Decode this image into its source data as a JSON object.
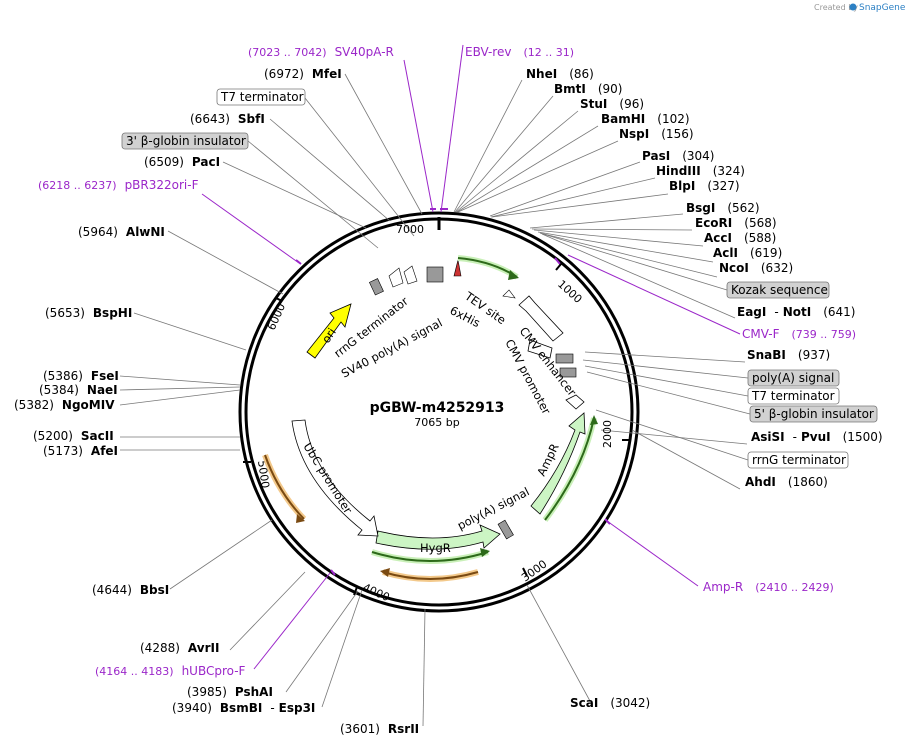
{
  "credit": {
    "text": "Created by",
    "brand": "SnapGene"
  },
  "plasmid": {
    "name": "pGBW-m4252913",
    "length": "7065 bp"
  },
  "colors": {
    "primer": "#9b27c9",
    "ori": "#ffff00",
    "hygr": "#ccf5c4",
    "dark_green": "#2d6a1a",
    "orange_halo": "#f3c98b"
  },
  "ticks": [
    "1000",
    "2000",
    "3000",
    "4000",
    "5000",
    "6000",
    "7000"
  ],
  "sites": [
    {
      "name": "NheI",
      "pos": "(86)"
    },
    {
      "name": "BmtI",
      "pos": "(90)"
    },
    {
      "name": "StuI",
      "pos": "(96)"
    },
    {
      "name": "BamHI",
      "pos": "(102)"
    },
    {
      "name": "NspI",
      "pos": "(156)"
    },
    {
      "name": "PasI",
      "pos": "(304)"
    },
    {
      "name": "HindIII",
      "pos": "(324)"
    },
    {
      "name": "BlpI",
      "pos": "(327)"
    },
    {
      "name": "BsgI",
      "pos": "(562)"
    },
    {
      "name": "EcoRI",
      "pos": "(568)"
    },
    {
      "name": "AccI",
      "pos": "(588)"
    },
    {
      "name": "AclI",
      "pos": "(619)"
    },
    {
      "name": "NcoI",
      "pos": "(632)"
    },
    {
      "name": "EagI",
      "name2": "NotI",
      "sep": "-",
      "pos": "(641)"
    },
    {
      "name": "SnaBI",
      "pos": "(937)"
    },
    {
      "name": "AsiSI",
      "name2": "PvuI",
      "sep": "-",
      "pos": "(1500)"
    },
    {
      "name": "AhdI",
      "pos": "(1860)"
    },
    {
      "name": "ScaI",
      "pos": "(3042)"
    },
    {
      "name": "RsrII",
      "pos": "(3601)"
    },
    {
      "name": "BsmBI",
      "name2": "Esp3I",
      "sep": "-",
      "pos": "(3940)"
    },
    {
      "name": "PshAI",
      "pos": "(3985)"
    },
    {
      "name": "AvrII",
      "pos": "(4288)"
    },
    {
      "name": "BbsI",
      "pos": "(4644)"
    },
    {
      "name": "AfeI",
      "pos": "(5173)"
    },
    {
      "name": "SacII",
      "pos": "(5200)"
    },
    {
      "name": "NgoMIV",
      "pos": "(5382)"
    },
    {
      "name": "NaeI",
      "pos": "(5384)"
    },
    {
      "name": "FseI",
      "pos": "(5386)"
    },
    {
      "name": "BspHI",
      "pos": "(5653)"
    },
    {
      "name": "AlwNI",
      "pos": "(5964)"
    },
    {
      "name": "PacI",
      "pos": "(6509)"
    },
    {
      "name": "SbfI",
      "pos": "(6643)"
    },
    {
      "name": "MfeI",
      "pos": "(6972)"
    }
  ],
  "feature_boxes": [
    {
      "text": "Kozak sequence",
      "gray": true
    },
    {
      "text": "poly(A) signal",
      "gray": true
    },
    {
      "text": "T7 terminator",
      "gray": false
    },
    {
      "text": "5' β-globin insulator",
      "gray": true
    },
    {
      "text": "rrnG terminator",
      "gray": false
    },
    {
      "text": "T7 terminator",
      "gray": false
    },
    {
      "text": "3' β-globin insulator",
      "gray": true
    }
  ],
  "primers": [
    {
      "name": "EBV-rev",
      "pos": "(12 .. 31)"
    },
    {
      "name": "SV40pA-R",
      "pos": "(7023 .. 7042)"
    },
    {
      "name": "CMV-F",
      "pos": "(739 .. 759)"
    },
    {
      "name": "Amp-R",
      "pos": "(2410 .. 2429)"
    },
    {
      "name": "hUBCpro-F",
      "pos": "(4164 .. 4183)"
    },
    {
      "name": "pBR322ori-F",
      "pos": "(6218 .. 6237)"
    }
  ],
  "features": {
    "ori": "ori",
    "rrng": "rrnG terminator",
    "sv40": "SV40 poly(A) signal",
    "tev": "TEV site",
    "his": "6xHis",
    "cmv_enh": "CMV enhancer",
    "cmv_pro": "CMV promoter",
    "ampr": "AmpR",
    "polya": "poly(A) signal",
    "hygr": "HygR",
    "ubc": "UbC promoter"
  }
}
